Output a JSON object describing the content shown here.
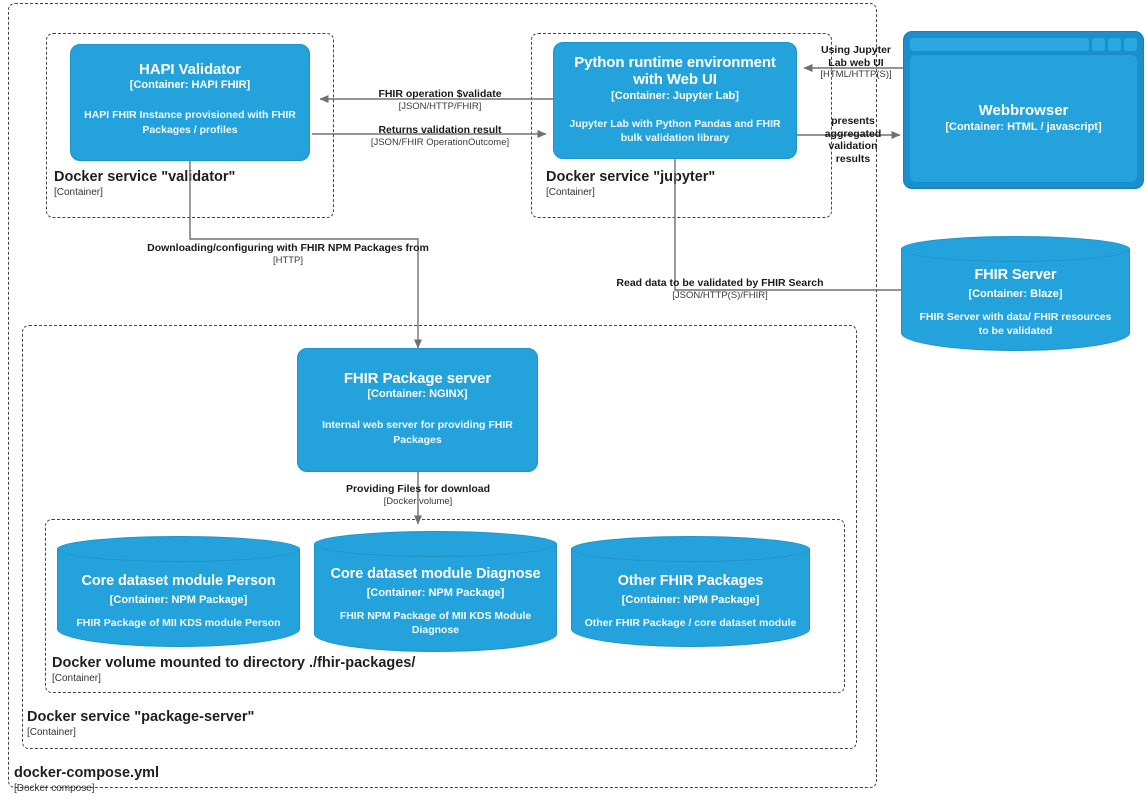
{
  "diagram": {
    "title": "docker-compose.yml",
    "type": "C4 container diagram"
  },
  "boundaries": [
    {
      "id": "compose",
      "title": "docker-compose.yml",
      "tech": "[Docker compose]"
    },
    {
      "id": "validator",
      "title": "Docker service \"validator\"",
      "tech": "[Container]"
    },
    {
      "id": "jupyter",
      "title": "Docker service \"jupyter\"",
      "tech": "[Container]"
    },
    {
      "id": "package-server",
      "title": "Docker service \"package-server\"",
      "tech": "[Container]"
    },
    {
      "id": "volume",
      "title": "Docker volume mounted to directory ./fhir-packages/",
      "tech": "[Container]"
    }
  ],
  "containers": {
    "hapi_validator": {
      "name": "HAPI Validator",
      "tech": "[Container: HAPI FHIR]",
      "description": "HAPI FHIR Instance provisioned with FHIR Packages / profiles"
    },
    "python_runtime": {
      "name": "Python runtime environment with Web UI",
      "tech": "[Container: Jupyter Lab]",
      "description": "Jupyter Lab with Python Pandas and FHIR bulk validation library"
    },
    "webbrowser": {
      "name": "Webbrowser",
      "tech": "[Container: HTML / javascript]",
      "description": ""
    },
    "fhir_server": {
      "name": "FHIR Server",
      "tech": "[Container: Blaze]",
      "description": "FHIR Server with data/ FHIR resources to be validated"
    },
    "package_server": {
      "name": "FHIR Package server",
      "tech": "[Container: NGINX]",
      "description": "Internal web server for providing FHIR Packages"
    },
    "pkg_person": {
      "name": "Core dataset module Person",
      "tech": "[Container: NPM Package]",
      "description": "FHIR Package of MII KDS module Person"
    },
    "pkg_diagnose": {
      "name": "Core dataset module Diagnose",
      "tech": "[Container: NPM Package]",
      "description": "FHIR NPM Package of MII KDS Module Diagnose"
    },
    "pkg_other": {
      "name": "Other FHIR Packages",
      "tech": "[Container: NPM Package]",
      "description": "Other FHIR Package / core dataset module"
    }
  },
  "relationships": [
    {
      "id": "validate-op",
      "label": "FHIR operation $validate",
      "tech": "[JSON/HTTP/FHIR]",
      "from": "python_runtime",
      "to": "hapi_validator"
    },
    {
      "id": "validate-result",
      "label": "Returns validation result",
      "tech": "[JSON/FHIR OperationOutcome]",
      "from": "hapi_validator",
      "to": "python_runtime"
    },
    {
      "id": "using-web-ui",
      "label": "Using Jupyter Lab web UI",
      "tech": "[HTML/HTTP(S)]",
      "from": "webbrowser",
      "to": "python_runtime"
    },
    {
      "id": "presents-results",
      "label": "presents aggregated validation results",
      "tech": "",
      "from": "python_runtime",
      "to": "webbrowser"
    },
    {
      "id": "read-data",
      "label": "Read data to be validated by FHIR Search",
      "tech": "[JSON/HTTP(S)/FHIR]",
      "from": "python_runtime",
      "to": "fhir_server"
    },
    {
      "id": "download-packages",
      "label": "Downloading/configuring with FHIR NPM Packages from",
      "tech": "[HTTP]",
      "from": "hapi_validator",
      "to": "package_server"
    },
    {
      "id": "providing-files",
      "label": "Providing Files for download",
      "tech": "[Docker volume]",
      "from": "package_server",
      "to": "volume"
    }
  ],
  "colors": {
    "container_blue": "#23A2DC",
    "container_border": "#1E93C9",
    "browser_frame": "#1B8FCB",
    "boundary_dash": "#444444",
    "relation_line": "#707070",
    "text_light": "#FFFFFF",
    "text_dark": "#1F1F1F"
  }
}
